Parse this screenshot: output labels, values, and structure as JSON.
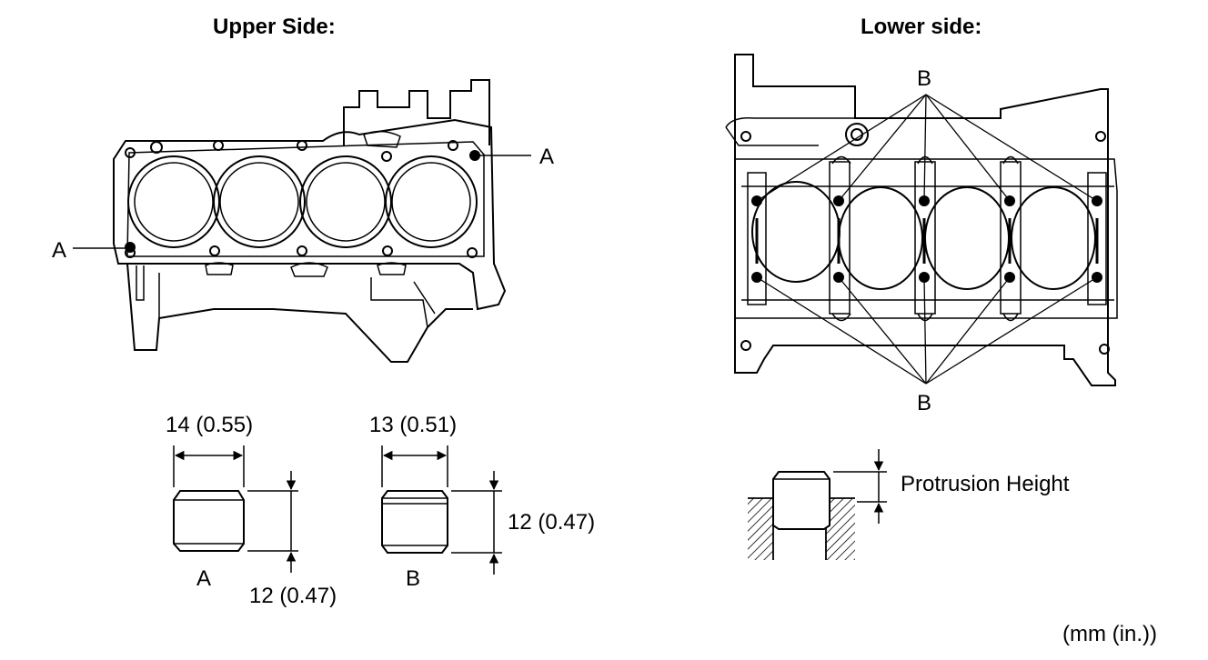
{
  "upper": {
    "title": "Upper Side:",
    "callout_left": "A",
    "callout_right": "A"
  },
  "lower": {
    "title": "Lower side:",
    "callout_top": "B",
    "callout_bottom": "B"
  },
  "pin_a": {
    "letter": "A",
    "width_dim": "14 (0.55)",
    "height_dim": "12 (0.47)"
  },
  "pin_b": {
    "letter": "B",
    "width_dim": "13 (0.51)",
    "height_dim": "12 (0.47)"
  },
  "protrusion": {
    "label": "Protrusion Height"
  },
  "units": "(mm (in.))"
}
